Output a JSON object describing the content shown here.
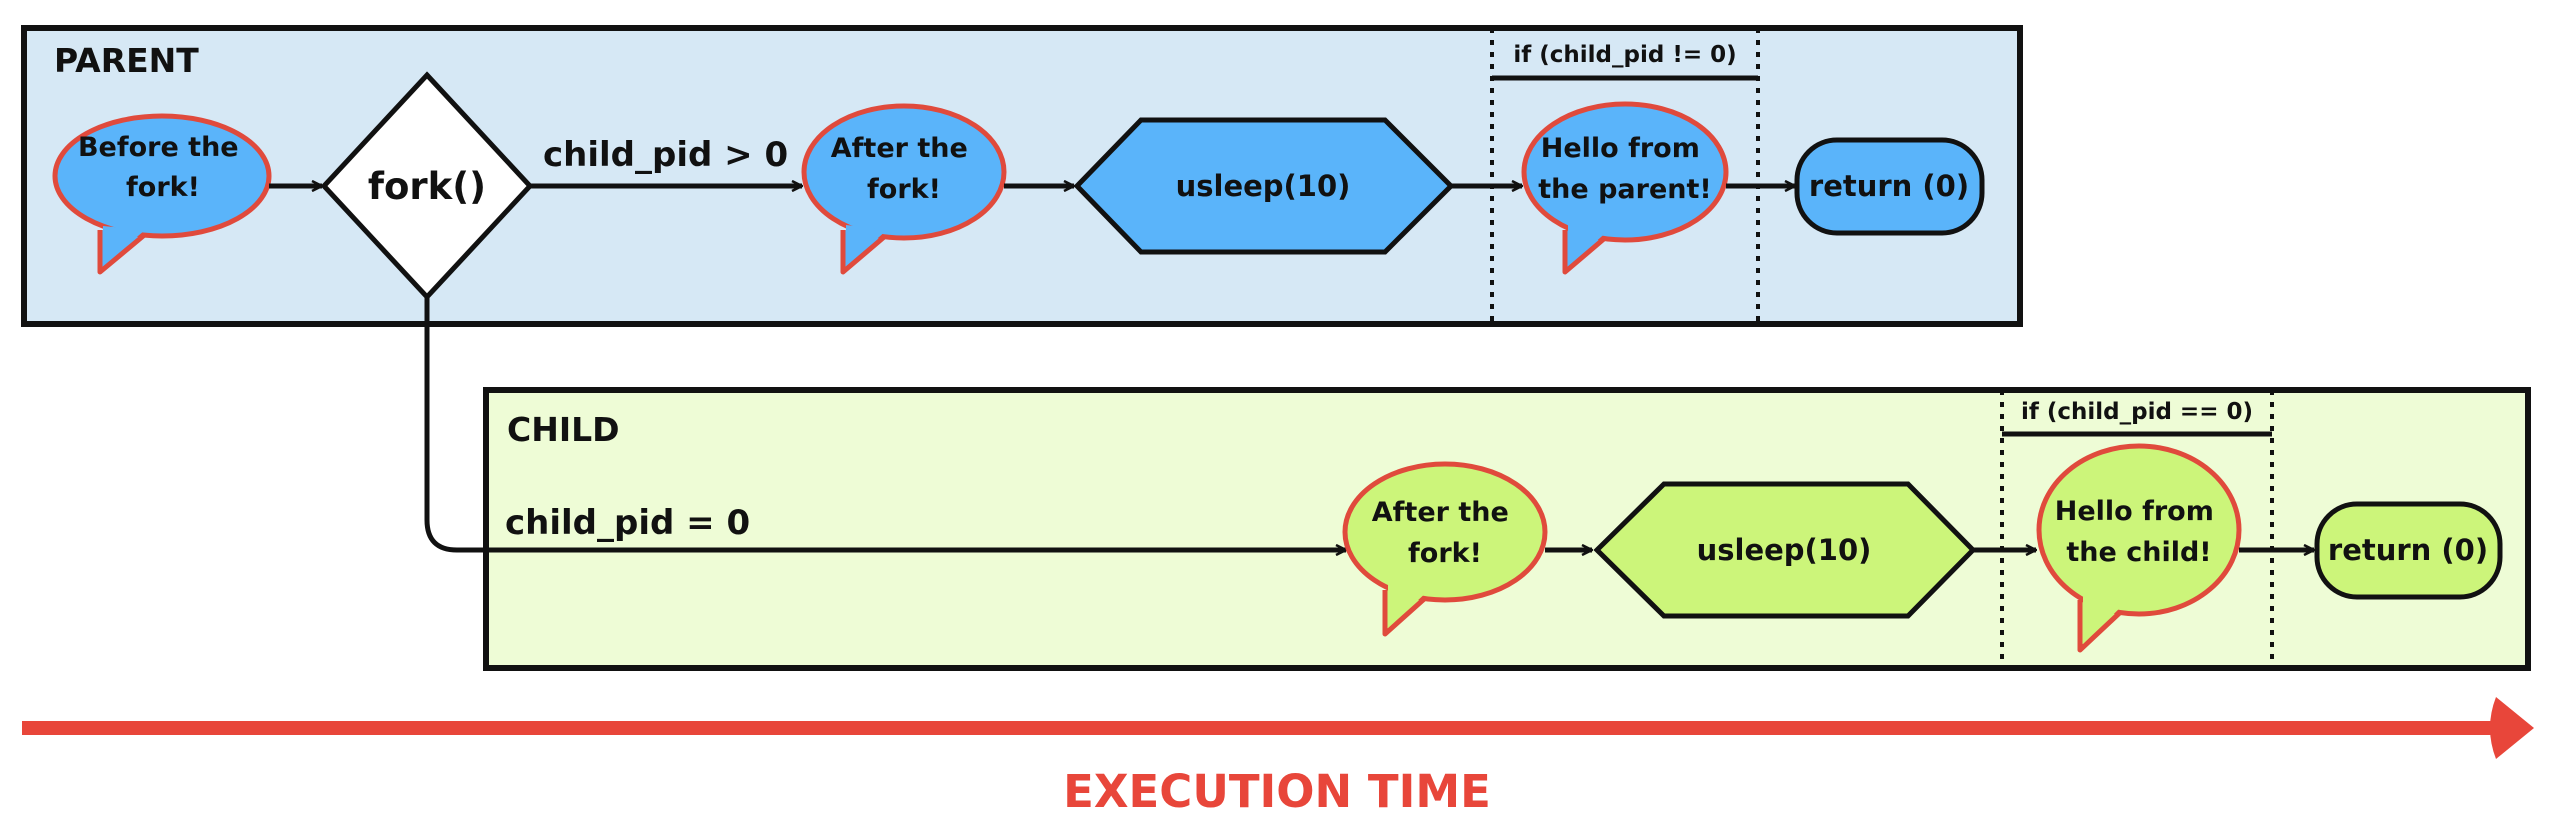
{
  "colors": {
    "parent_fill": "#d6e8f5",
    "child_fill": "#eefcd6",
    "parent_node": "#5ab4fa",
    "child_node": "#ccf57a",
    "bubble_border": "#e04a3c",
    "line": "#111111",
    "time_arrow": "#e8463a"
  },
  "parent": {
    "title": "PARENT",
    "bubble_before": [
      "Before the",
      "fork!"
    ],
    "fork_label": "fork()",
    "edge_label": "child_pid > 0",
    "bubble_after": [
      "After the",
      "fork!"
    ],
    "sleep_label": "usleep(10)",
    "condition": "if (child_pid != 0)",
    "bubble_hello": [
      "Hello from",
      "the parent!"
    ],
    "return_label": "return (0)"
  },
  "child": {
    "title": "CHILD",
    "edge_label": "child_pid = 0",
    "bubble_after": [
      "After the",
      "fork!"
    ],
    "sleep_label": "usleep(10)",
    "condition": "if (child_pid == 0)",
    "bubble_hello": [
      "Hello from",
      "the child!"
    ],
    "return_label": "return (0)"
  },
  "timeline": {
    "label": "EXECUTION TIME"
  }
}
